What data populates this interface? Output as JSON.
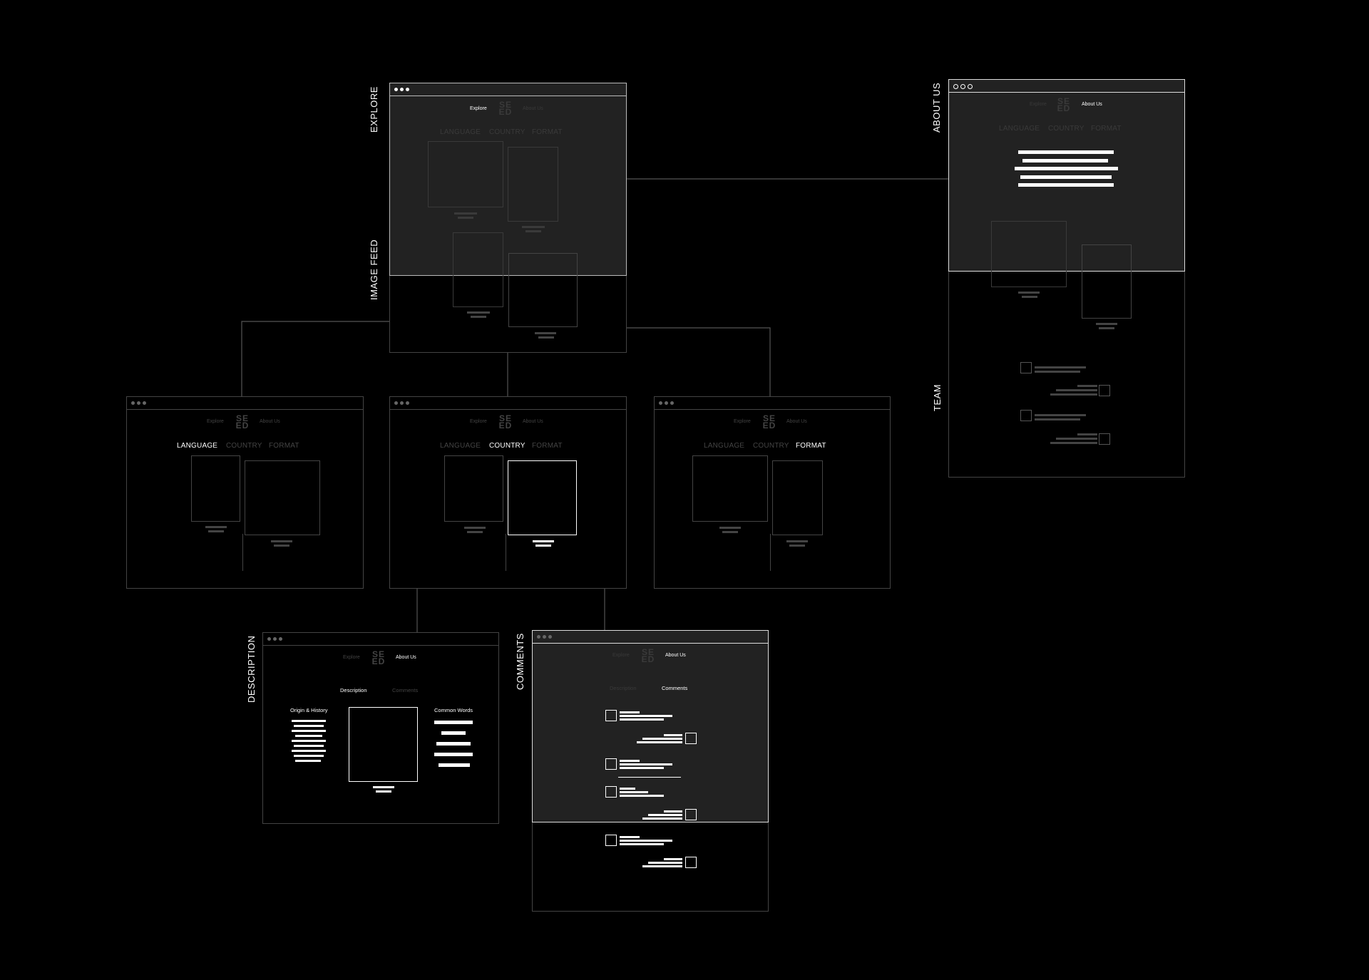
{
  "section_labels": {
    "explore": "EXPLORE",
    "image_feed": "IMAGE FEED",
    "about_us": "ABOUT US",
    "team": "TEAM",
    "description": "DESCRIPTION",
    "comments": "COMMENTS"
  },
  "nav": {
    "explore": "Explore",
    "about_us": "About Us",
    "logo_top": "SE",
    "logo_bottom": "ED"
  },
  "filters": {
    "language": "LANGUAGE",
    "country": "COUNTRY",
    "format": "FORMAT"
  },
  "detail_tabs": {
    "description": "Description",
    "comments": "Comments"
  },
  "description_page": {
    "origin_heading": "Origin & History",
    "common_words_heading": "Common Words"
  },
  "colors": {
    "background": "#000000",
    "frame_stroke": "#444444",
    "highlight": "#ffffff",
    "panel_fill": "#222222"
  }
}
